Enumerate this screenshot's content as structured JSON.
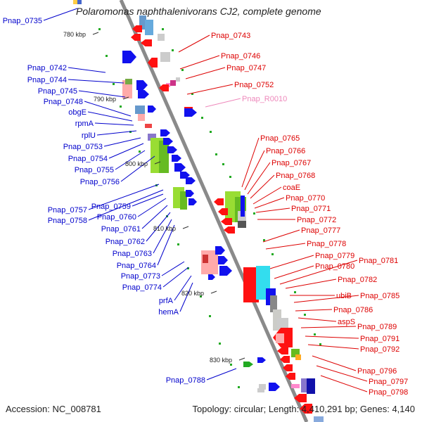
{
  "title": "Polaromonas naphthalenivorans CJ2, complete genome",
  "footer": {
    "accession": "Accession: NC_008781",
    "topology": "Topology: circular; Length: 4,410,291 bp; Genes: 4,140"
  },
  "colors": {
    "backbone": "#8a8a8a",
    "plus_strand_label": "#0000cc",
    "minus_strand_label": "#dd0000",
    "rna_label": "#ee88bb",
    "tick": "#22aa22"
  },
  "scale_ticks": [
    "780 kbp",
    "790 kbp",
    "800 kbp",
    "810 kbp",
    "820 kbp",
    "830 kbp"
  ],
  "left_labels": [
    "Pnap_0735",
    "Pnap_0742",
    "Pnap_0744",
    "Pnap_0745",
    "Pnap_0748",
    "obgE",
    "rpmA",
    "rplU",
    "Pnap_0753",
    "Pnap_0754",
    "Pnap_0755",
    "Pnap_0756",
    "Pnap_0757",
    "Pnap_0758",
    "Pnap_0759",
    "Pnap_0760",
    "Pnap_0761",
    "Pnap_0762",
    "Pnap_0763",
    "Pnap_0764",
    "Pnap_0773",
    "Pnap_0774",
    "prfA",
    "hemA",
    "Pnap_0788"
  ],
  "right_labels": [
    "Pnap_0743",
    "Pnap_0746",
    "Pnap_0747",
    "Pnap_0752",
    "Pnap_R0010",
    "Pnap_0765",
    "Pnap_0766",
    "Pnap_0767",
    "Pnap_0768",
    "coaE",
    "Pnap_0770",
    "Pnap_0771",
    "Pnap_0772",
    "Pnap_0777",
    "Pnap_0778",
    "Pnap_0779",
    "Pnap_0780",
    "Pnap_0781",
    "Pnap_0782",
    "ubiB",
    "Pnap_0785",
    "Pnap_0786",
    "aspS",
    "Pnap_0789",
    "Pnap_0791",
    "Pnap_0792",
    "Pnap_0796",
    "Pnap_0797",
    "Pnap_0798"
  ]
}
